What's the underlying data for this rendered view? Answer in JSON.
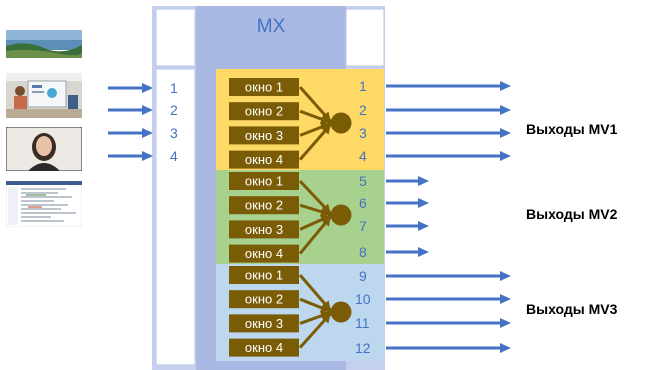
{
  "matrix": {
    "title": "MX",
    "colors": {
      "panel": "#c5d0ee",
      "panel_column": "#aab8e4",
      "column_border": "#b9c6ea",
      "blocks": [
        "#ffd965",
        "#a9d18e",
        "#bdd7ee"
      ],
      "window": "#7a5b06",
      "connector": "#7a5b06",
      "arrow": "#4472c4",
      "numbers": "#4472c4"
    },
    "inputs": [
      "1",
      "2",
      "3",
      "4"
    ],
    "groups": [
      {
        "label": "Выходы MV1",
        "windows": [
          "окно 1",
          "окно 2",
          "окно 3",
          "окно 4"
        ],
        "outputs": [
          "1",
          "2",
          "3",
          "4"
        ]
      },
      {
        "label": "Выходы MV2",
        "windows": [
          "окно 1",
          "окно 2",
          "окно 3",
          "окно 4"
        ],
        "outputs": [
          "5",
          "6",
          "7",
          "8"
        ]
      },
      {
        "label": "Выходы MV3",
        "windows": [
          "окно 1",
          "окно 2",
          "окно 3",
          "окно 4"
        ],
        "outputs": [
          "9",
          "10",
          "11",
          "12"
        ]
      }
    ]
  },
  "sources": [
    {
      "name": "coastal-landscape-photo"
    },
    {
      "name": "classroom-photo"
    },
    {
      "name": "webcam-person-photo"
    },
    {
      "name": "document-screenshot"
    }
  ]
}
